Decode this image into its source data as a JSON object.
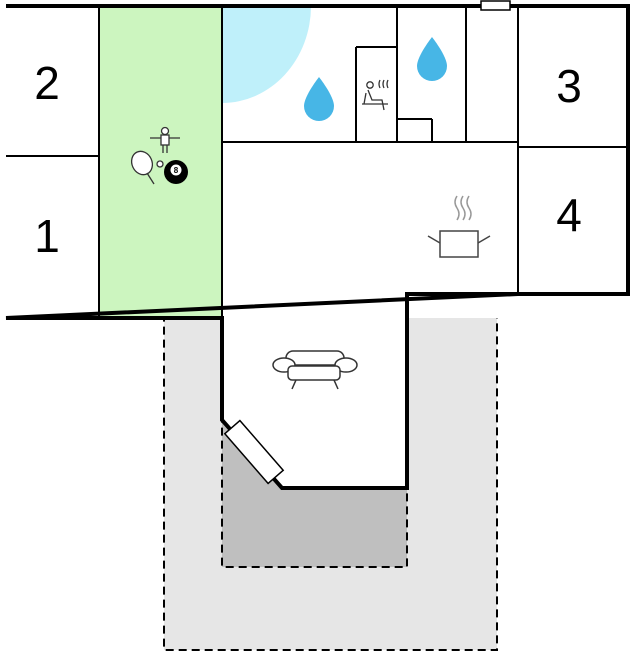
{
  "floorplan": {
    "rooms": [
      {
        "id": "room-1",
        "label": "1"
      },
      {
        "id": "room-2",
        "label": "2"
      },
      {
        "id": "room-3",
        "label": "3"
      },
      {
        "id": "room-4",
        "label": "4"
      }
    ],
    "colors": {
      "wall": "#000000",
      "floor": "#ffffff",
      "game_room": "#ccf5bf",
      "pool": "#bff0fa",
      "water_drop": "#47b6e6",
      "terrace": "#e6e6e6",
      "covered_terrace": "#bfbfbf",
      "outline": "#222222"
    },
    "icons": [
      "table-tennis-icon",
      "foosball-icon",
      "billiard-ball-icon",
      "water-drop-icon",
      "sauna-icon",
      "cooking-pot-icon",
      "sofa-icon"
    ],
    "billiard_ball_number": "8"
  }
}
